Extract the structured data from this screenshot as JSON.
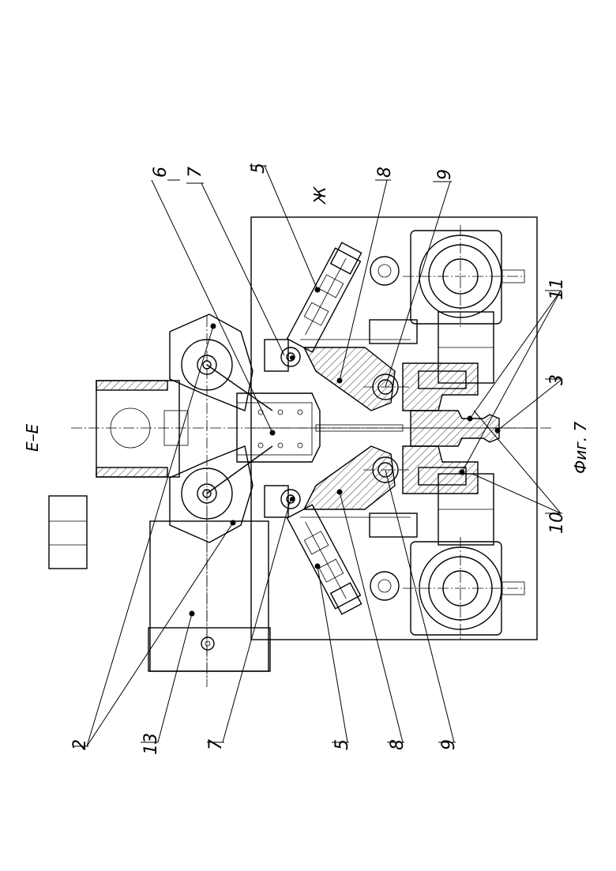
{
  "section_title": "Е–Е",
  "view_mark": "Ж",
  "figure_caption": "Фиг. 7",
  "callouts": {
    "top": [
      "6",
      "7",
      "5",
      "8",
      "9"
    ],
    "right": [
      "11",
      "3",
      "10"
    ],
    "bottom": [
      "2",
      "13",
      "7",
      "5",
      "8",
      "9"
    ]
  }
}
